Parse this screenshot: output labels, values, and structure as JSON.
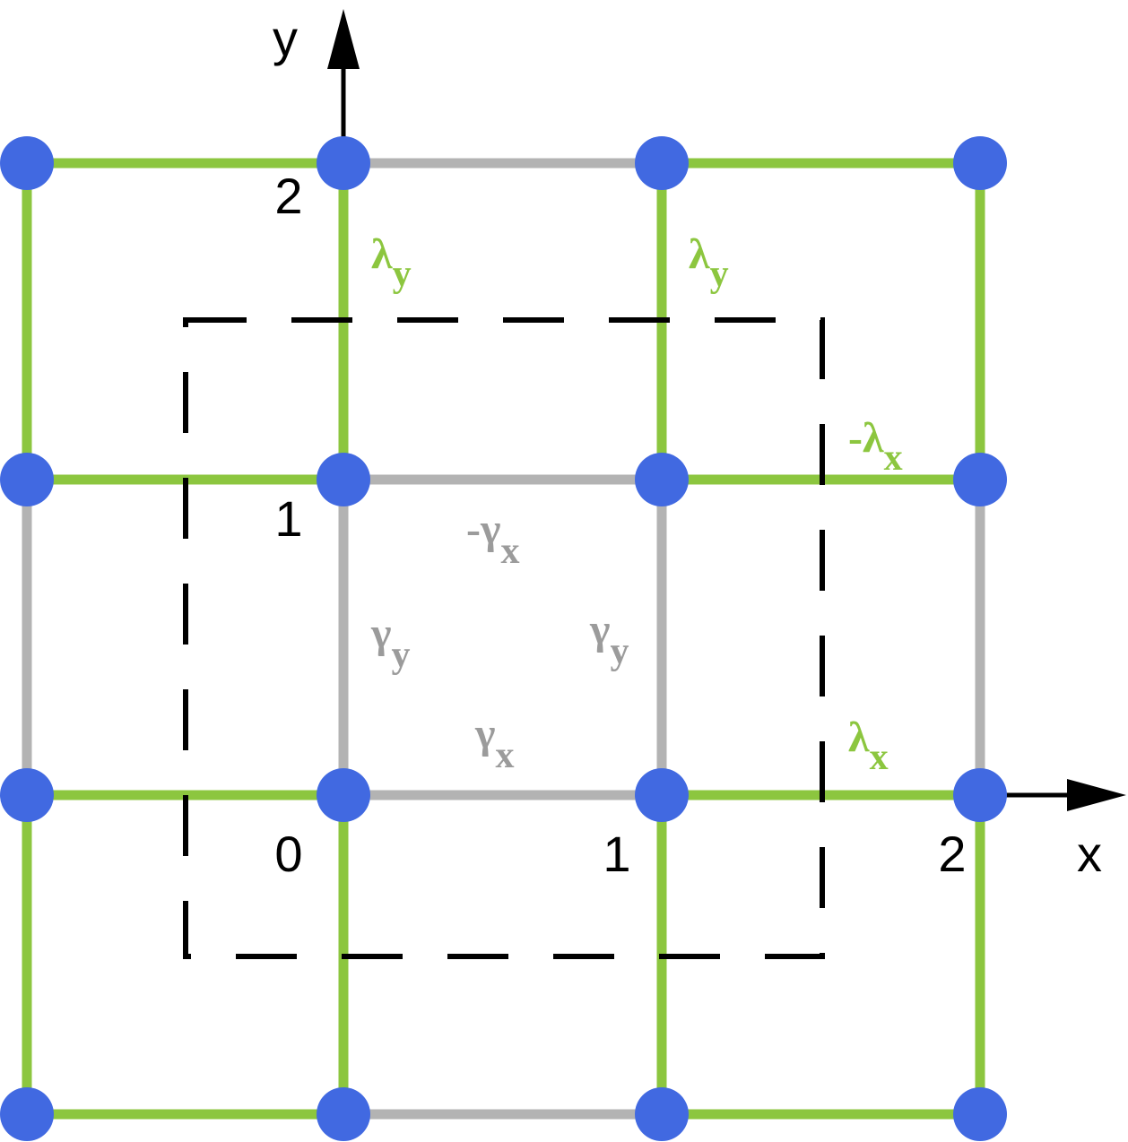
{
  "colors": {
    "intercell_bond": "#8cc63f",
    "intracell_bond": "#b3b3b3",
    "site": "#4169e1",
    "axis": "#000000",
    "unit_cell_border": "#000000"
  },
  "axes": {
    "x_label": "x",
    "y_label": "y"
  },
  "ticks": {
    "origin": "0",
    "x1": "1",
    "x2": "2",
    "y1": "1",
    "y2": "2"
  },
  "hoppings": {
    "lambda_y_left": {
      "sign": "",
      "symbol": "λ",
      "sub": "y"
    },
    "lambda_y_right": {
      "sign": "",
      "symbol": "λ",
      "sub": "y"
    },
    "lambda_x_neg": {
      "sign": "-",
      "symbol": "λ",
      "sub": "x"
    },
    "lambda_x": {
      "sign": "",
      "symbol": "λ",
      "sub": "x"
    },
    "gamma_x_neg": {
      "sign": "-",
      "symbol": "γ",
      "sub": "x"
    },
    "gamma_y_left": {
      "sign": "",
      "symbol": "γ",
      "sub": "y"
    },
    "gamma_y_right": {
      "sign": "",
      "symbol": "γ",
      "sub": "y"
    },
    "gamma_x": {
      "sign": "",
      "symbol": "γ",
      "sub": "x"
    }
  },
  "sites": {
    "columns": 4,
    "rows": 4
  }
}
